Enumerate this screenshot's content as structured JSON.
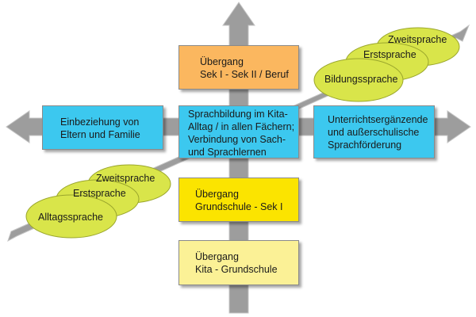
{
  "colors": {
    "arrow": "#9d9d9d",
    "arrow_light": "#c4c4c4",
    "box_blue": "#3cc8ef",
    "box_orange": "#fbb75f",
    "box_yellow": "#fbe400",
    "box_light_yellow": "#fbf196",
    "ellipse": "#d9e54a",
    "ellipse_stroke": "#9aa62c"
  },
  "boxes": {
    "top": {
      "lines": [
        "Übergang",
        "Sek I - Sek II / Beruf"
      ]
    },
    "left": {
      "lines": [
        "Einbeziehung von",
        "Eltern und Familie"
      ]
    },
    "center": {
      "lines": [
        "Sprachbildung im Kita-",
        "Alltag / in allen Fächern;",
        "Verbindung von Sach-",
        "und Sprachlernen"
      ]
    },
    "right": {
      "lines": [
        "Unterrichtsergänzende",
        "und außerschulische",
        "Sprachförderung"
      ]
    },
    "mid": {
      "lines": [
        "Übergang",
        "Grundschule - Sek I"
      ]
    },
    "bottom": {
      "lines": [
        "Übergang",
        "Kita - Grundschule"
      ]
    }
  },
  "ellipses_upper": {
    "zweitsprache": "Zweitsprache",
    "erstsprache": "Erstsprache",
    "bildungssprache": "Bildungssprache"
  },
  "ellipses_lower": {
    "zweitsprache": "Zweitsprache",
    "erstsprache": "Erstsprache",
    "alltagssprache": "Alltagssprache"
  }
}
